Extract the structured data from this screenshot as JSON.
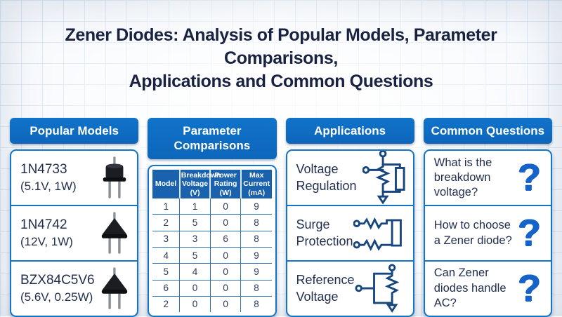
{
  "title": {
    "line1": "Zener Diodes: Analysis of Popular Models, Parameter Comparisons,",
    "line2": "Applications and Common Questions"
  },
  "colors": {
    "header_blue": "#0e6dc2",
    "table_header_blue": "#1b62ae",
    "card_border_blue": "#1474c6",
    "title_navy": "#1a2242",
    "body_text_navy": "#222f4e",
    "question_mark_blue": "#1563c9",
    "circuit_navy": "#17457e",
    "grid_line_blue": "#d9e7f4"
  },
  "columns": {
    "popular_models": {
      "header": "Popular Models",
      "items": [
        {
          "name": "1N4733",
          "spec": "(5.1V, 1W)",
          "icon": "diode-can-icon"
        },
        {
          "name": "1N4742",
          "spec": "(12V, 1W)",
          "icon": "diode-cone-icon"
        },
        {
          "name": "BZX84C5V6",
          "spec": "(5.6V, 0.25W)",
          "icon": "diode-cone-icon"
        }
      ]
    },
    "parameter_comparisons": {
      "header": "Parameter Comparisons",
      "table": {
        "headers": [
          "Model",
          "Breakdown Voltage (V)",
          "Power Rating (W)",
          "Max Current (mA)"
        ],
        "rows": [
          [
            "1",
            "1",
            "0",
            "9"
          ],
          [
            "2",
            "5",
            "0",
            "8"
          ],
          [
            "3",
            "3",
            "6",
            "8"
          ],
          [
            "4",
            "5",
            "0",
            "9"
          ],
          [
            "5",
            "4",
            "0",
            "9"
          ],
          [
            "6",
            "0",
            "0",
            "8"
          ],
          [
            "2",
            "0",
            "0",
            "8"
          ]
        ]
      }
    },
    "applications": {
      "header": "Applications",
      "items": [
        {
          "label": "Voltage Regulation",
          "icon": "voltage-regulation-circuit-icon"
        },
        {
          "label": "Surge Protection",
          "icon": "surge-protection-circuit-icon"
        },
        {
          "label": "Reference Voltage",
          "icon": "reference-voltage-circuit-icon"
        }
      ]
    },
    "common_questions": {
      "header": "Common Questions",
      "question_glyph": "?",
      "items": [
        {
          "question": "What is the breakdown voltage?",
          "icon": "question-mark-icon"
        },
        {
          "question": "How to choose a Zener diode?",
          "icon": "question-mark-icon"
        },
        {
          "question": "Can Zener diodes handle AC?",
          "icon": "question-mark-icon"
        }
      ]
    }
  }
}
